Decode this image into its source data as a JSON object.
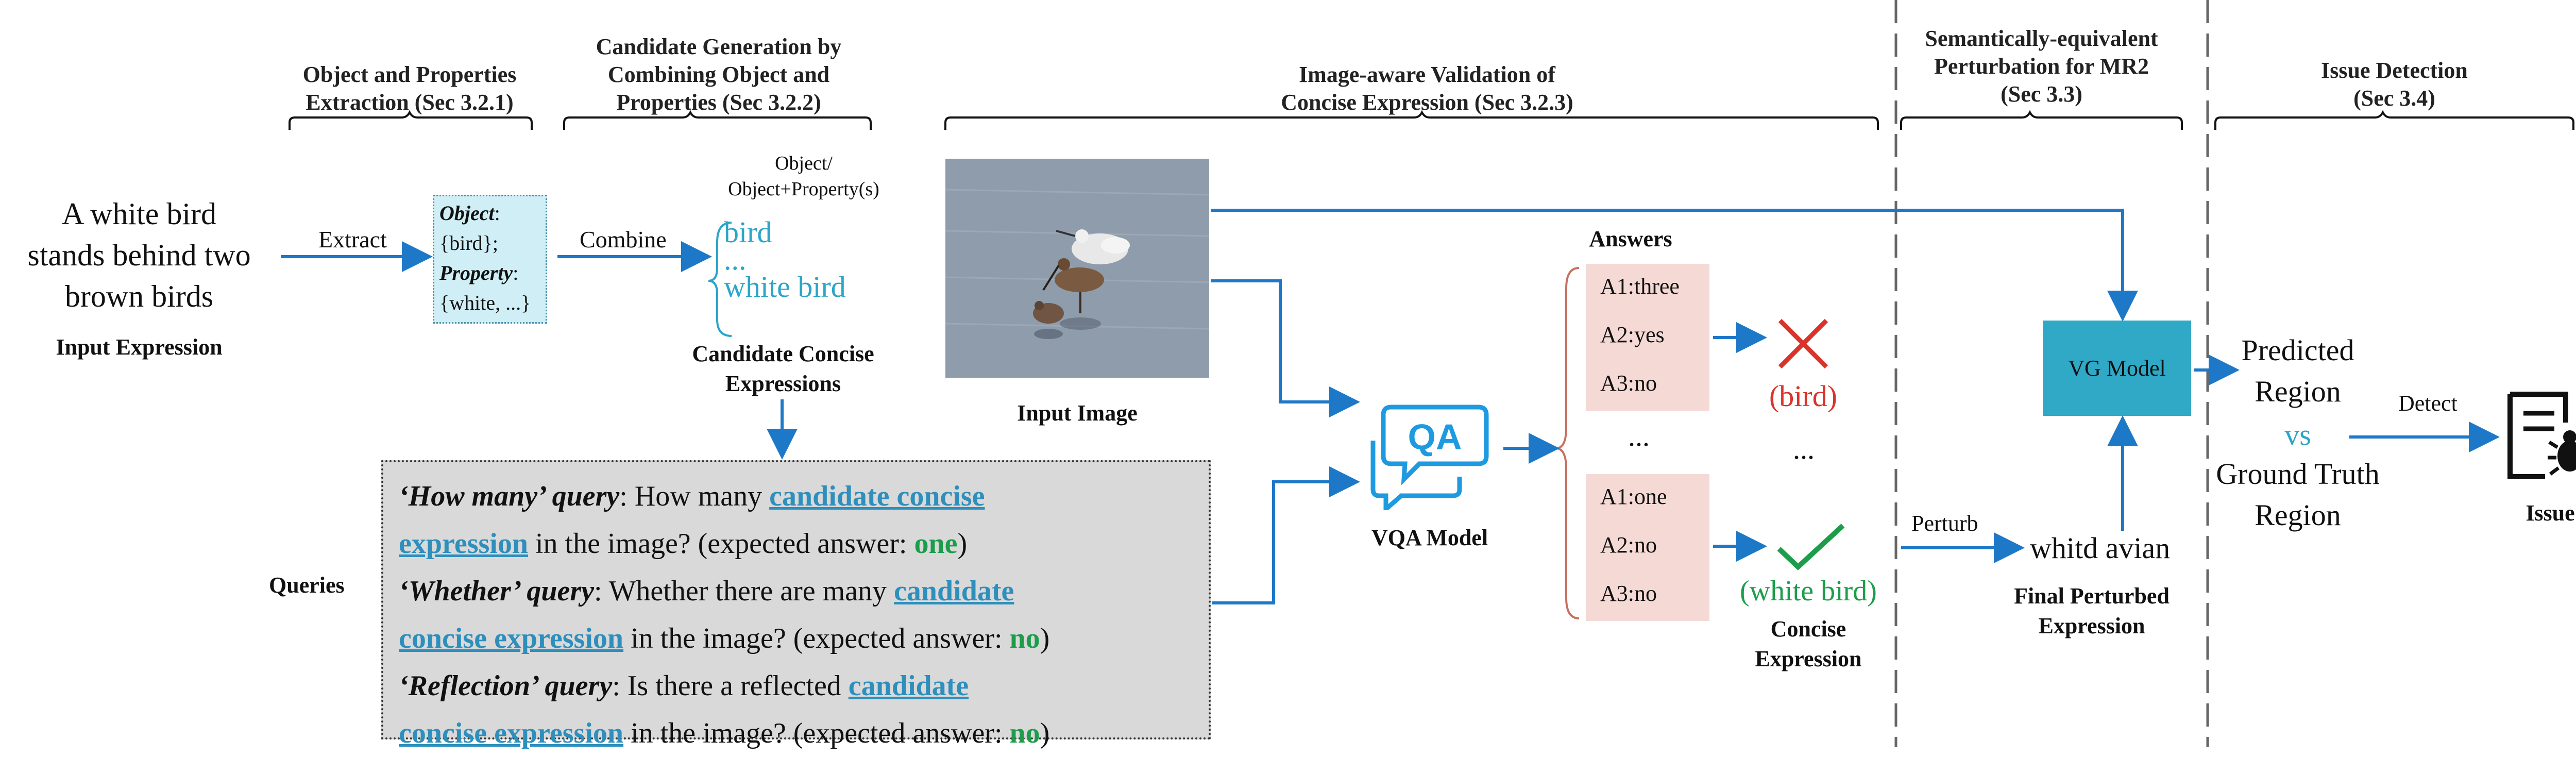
{
  "stages": {
    "s1": [
      "Object and Properties",
      "Extraction (Sec 3.2.1)"
    ],
    "s2": [
      "Candidate Generation by",
      "Combining Object and",
      "Properties (Sec 3.2.2)"
    ],
    "s3": [
      "Image-aware Validation of",
      "Concise Expression (Sec 3.2.3)"
    ],
    "s4": [
      "Semantically-equivalent",
      "Perturbation for MR2",
      "(Sec 3.3)"
    ],
    "s5": [
      "Issue Detection",
      "(Sec 3.4)"
    ]
  },
  "input_expression": {
    "lines": [
      "A white bird",
      "stands behind two",
      "brown birds"
    ],
    "label": "Input Expression"
  },
  "extract_label": "Extract",
  "combine_label": "Combine",
  "extraction_box": {
    "object_key": "Object",
    "object_val": "{bird};",
    "property_key": "Property",
    "property_val": "{white, ...}"
  },
  "candidates": {
    "header": [
      "Object/",
      "Object+Property(s)"
    ],
    "items": [
      "bird",
      "...",
      "white bird"
    ],
    "label": [
      "Candidate Concise",
      "Expressions"
    ]
  },
  "queries": {
    "label": "Queries",
    "q1": {
      "name": "‘How many’ query",
      "pre": ":  How many ",
      "cand1": "candidate concise",
      "cand2": "expression",
      "post": " in the image? (expected answer: ",
      "ans": "one",
      "end": ")"
    },
    "q2": {
      "name": "‘Whether’ query",
      "pre": ":  Whether there are many ",
      "cand1": "candidate",
      "cand2": " concise expression",
      "post": "  in the image? (expected answer: ",
      "ans": "no",
      "end": ")"
    },
    "q3": {
      "name": "‘Reflection’ query",
      "pre": ":  Is there a reflected ",
      "cand1": "candidate",
      "cand2": " concise expression",
      "post": "  in the image? (expected answer: ",
      "ans": "no",
      "end": ")"
    }
  },
  "input_image_label": "Input Image",
  "vqa_label": "VQA Model",
  "vqa_icon_text": "QA",
  "answers": {
    "header": "Answers",
    "set1": [
      "A1:three",
      "A2:yes",
      "A3:no"
    ],
    "set2": [
      "A1:one",
      "A2:no",
      "A3:no"
    ],
    "ellipsis": "...",
    "reject_label": "(bird)",
    "accept_label": "(white bird)",
    "concise_label": [
      "Concise",
      "Expression"
    ]
  },
  "perturb_label": "Perturb",
  "perturbed_expression": "whitd avian",
  "final_perturbed_label": [
    "Final Perturbed",
    "Expression"
  ],
  "vg_model_label": "VG Model",
  "predicted_region": [
    "Predicted",
    "Region"
  ],
  "vs_label": "vs",
  "ground_truth_region": [
    "Ground Truth",
    "Region"
  ],
  "detect_label": "Detect",
  "issue_label": "Issue",
  "colors": {
    "arrow": "#1e78c8",
    "cyan_text": "#2ba5c8",
    "green": "#1d9d4b",
    "red": "#d9342b",
    "answer_bg": "#f5d9d5",
    "vg_box": "#2fa9c6"
  }
}
